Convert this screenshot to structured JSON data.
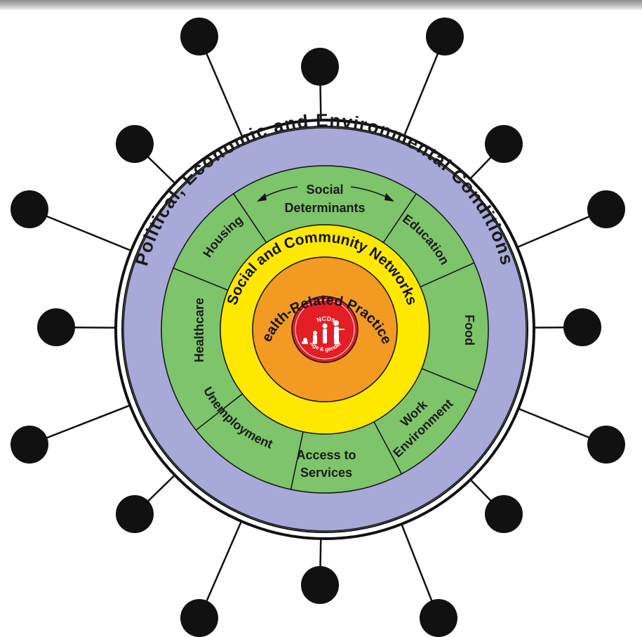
{
  "diagram": {
    "outer_ring_label": "Political, Economic and Environmental Conditions",
    "social_determinants": {
      "title_line1": "Social",
      "title_line2": "Determinants",
      "segments": {
        "education": "Education",
        "food": "Food",
        "work_line1": "Work",
        "work_line2": "Environment",
        "access_line1": "Access to",
        "access_line2": "Services",
        "unemployment": "Unemployment",
        "healthcare": "Healthcare",
        "housing": "Housing"
      }
    },
    "networks_label": "Social and Community Networks",
    "practices_label": "Health-Related Practices",
    "core": {
      "top_label": "NCDs",
      "bottom_label": "Age & gender"
    },
    "colors": {
      "outer_ring": "#a7a9d8",
      "social_determinants": "#7dc46b",
      "networks": "#ffe800",
      "practices": "#f29a22",
      "core": "#e31e24",
      "nodes": "#111111"
    },
    "node_count": 16
  }
}
